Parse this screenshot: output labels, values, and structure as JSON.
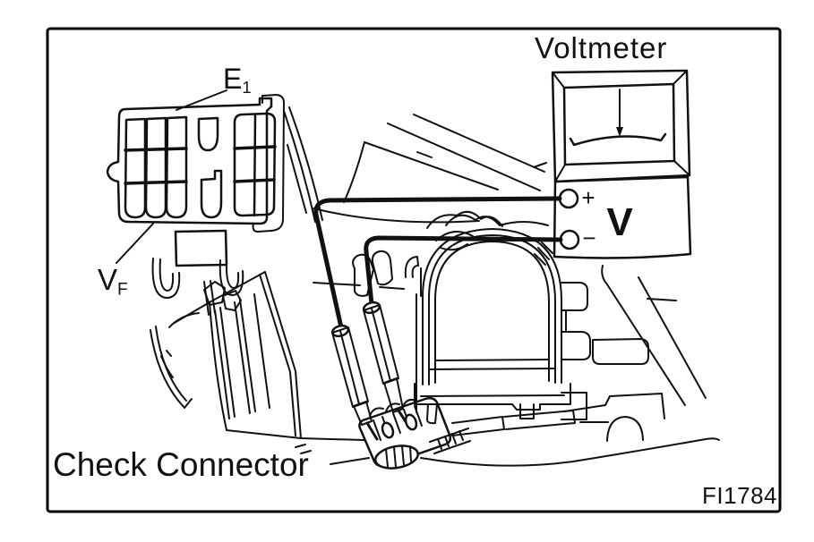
{
  "figure_id": "FI1784",
  "labels": {
    "voltmeter": "Voltmeter",
    "check_connector": "Check Connector",
    "e1_base": "E",
    "e1_sub": "1",
    "vf_base": "V",
    "vf_sub": "F"
  },
  "voltmeter_face": {
    "unit": "V",
    "positive": "+",
    "negative": "−"
  }
}
